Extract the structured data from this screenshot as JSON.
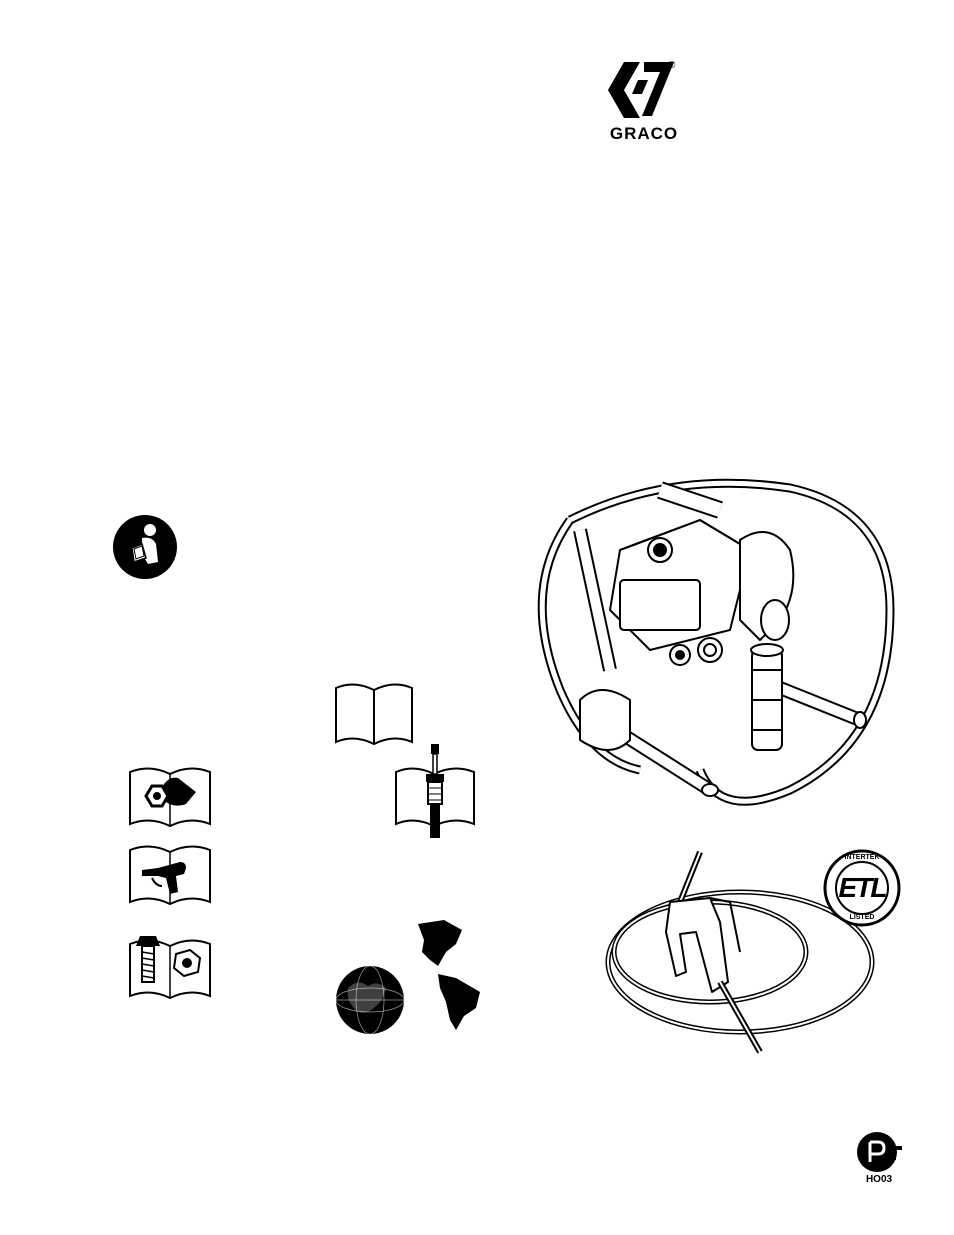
{
  "brand": {
    "name": "GRACO",
    "registered": "®"
  },
  "certifications": {
    "etl_top": "INTERTEK",
    "etl_mark": "ETL",
    "etl_bottom": "LISTED",
    "gost_code": "HO03"
  },
  "icons": {
    "read_manual": "read-manual-icon",
    "manual_book": "manual-book-icon",
    "repair_manual": "repair-manual-icon",
    "pump_manual": "pump-manual-icon",
    "gun_manual": "gun-manual-icon",
    "parts_manual": "parts-manual-icon",
    "globe": "globe-icon"
  }
}
